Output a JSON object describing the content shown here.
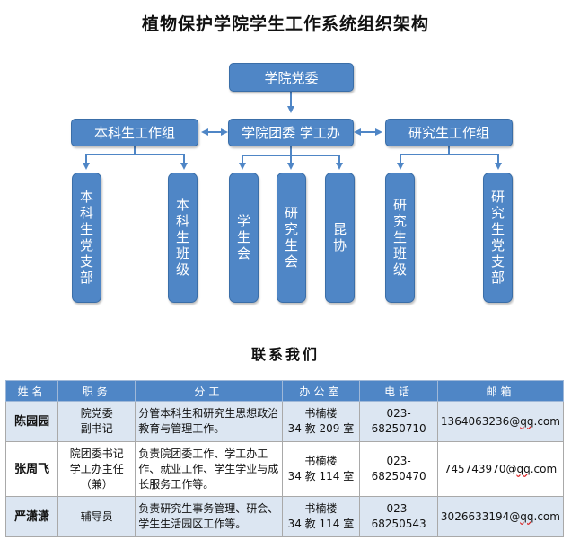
{
  "title": "植物保护学院学生工作系统组织架构",
  "org": {
    "top": "学院党委",
    "center": "学院团委 学工办",
    "left_group": "本科生工作组",
    "right_group": "研究生工作组",
    "left_children": [
      "本科生党支部",
      "本科生班级"
    ],
    "center_children": [
      "学生会",
      "研究生会",
      "昆协"
    ],
    "right_children": [
      "研究生班级",
      "研究生党支部"
    ]
  },
  "contact": {
    "title": "联系我们",
    "headers": [
      "姓名",
      "职务",
      "分工",
      "办公室",
      "电话",
      "邮箱"
    ],
    "rows": [
      {
        "name": "陈园园",
        "position": [
          "院党委",
          "副书记"
        ],
        "duty": "分管本科生和研究生思想政治教育与管理工作。",
        "office": [
          "书楠楼",
          "34 教 209 室"
        ],
        "phone": "023-68250710",
        "email_user": "1364063236@",
        "email_domain": "qq",
        "email_tail": ".com"
      },
      {
        "name": "张周飞",
        "position": [
          "院团委书记",
          "学工办主任",
          "（兼）"
        ],
        "duty": "负责院团委工作、学工办工作、就业工作、学生学业与成长服务工作等。",
        "office": [
          "书楠楼",
          "34 教 114 室"
        ],
        "phone": "023-68250470",
        "email_user": "745743970@",
        "email_domain": "qq",
        "email_tail": ".com"
      },
      {
        "name": "严潇潇",
        "position": [
          "辅导员"
        ],
        "duty": "负责研究生事务管理、研会、学生生活园区工作等。",
        "office": [
          "书楠楼",
          "34 教 114 室"
        ],
        "phone": "023-68250543",
        "email_user": "3026633194@",
        "email_domain": "qq",
        "email_tail": ".com"
      }
    ]
  },
  "colors": {
    "box": "#4f86c6",
    "line": "#4f86c6",
    "alt_row": "#dce6f2"
  }
}
